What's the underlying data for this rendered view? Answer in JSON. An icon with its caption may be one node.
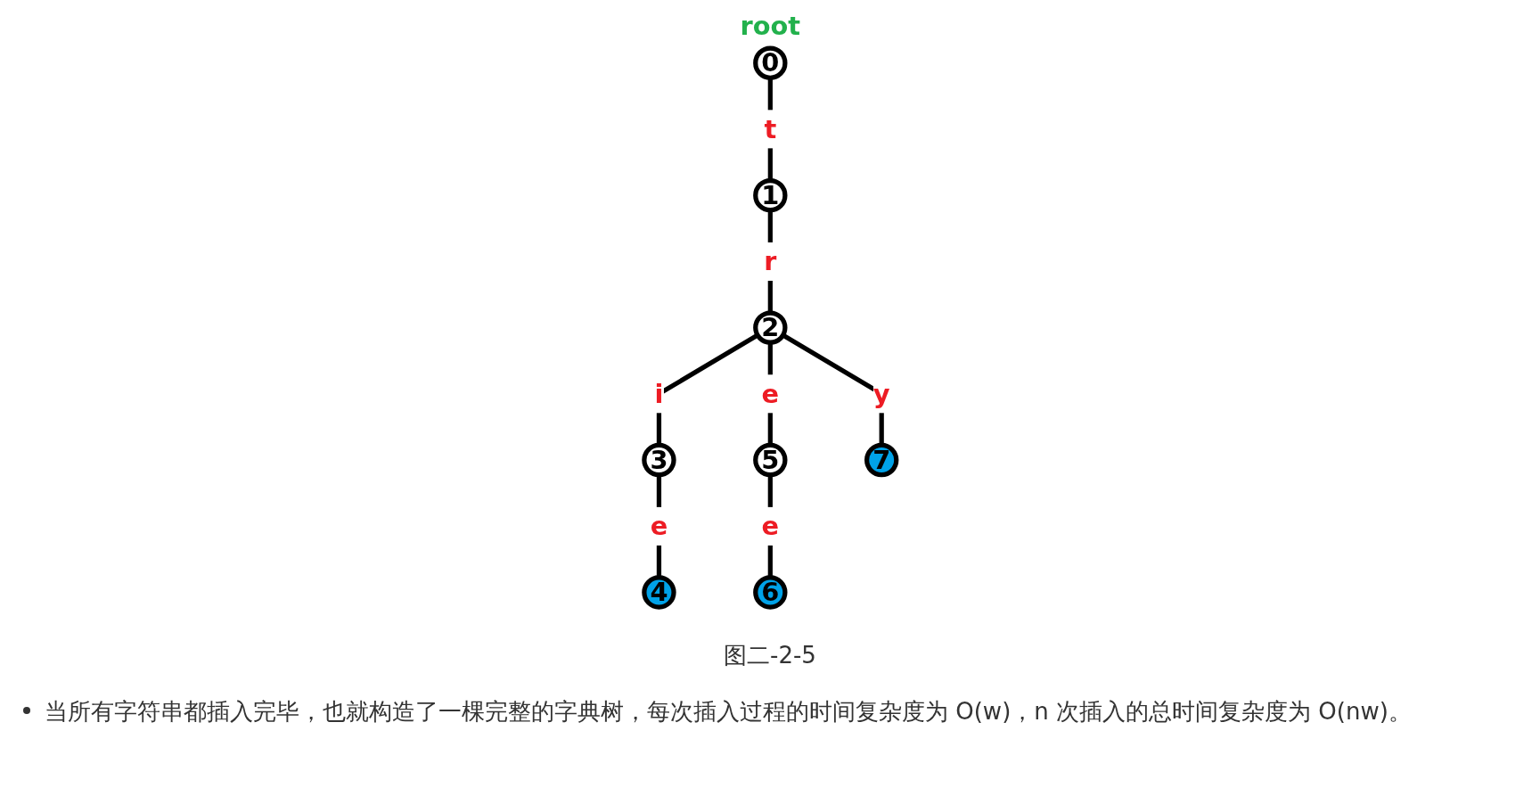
{
  "diagram": {
    "caption": "图二-2-5",
    "nodes": [
      {
        "text": [
          "0"
        ],
        "beside": [
          "root"
        ]
      },
      {
        "text": [
          "1"
        ]
      },
      {
        "text": [
          "2"
        ]
      },
      {
        "text": [
          "3"
        ]
      },
      {
        "text": [
          "5"
        ]
      },
      {
        "text": [
          "7"
        ]
      },
      {
        "text": [
          "4"
        ]
      },
      {
        "text": [
          "6"
        ]
      }
    ],
    "edges": [
      {
        "from": 0,
        "to": 1,
        "arrow": "none",
        "label": "t"
      },
      {
        "from": 1,
        "to": 2,
        "arrow": "none",
        "label": "r"
      },
      {
        "from": 2,
        "to": 3,
        "arrow": "none",
        "label": "i"
      },
      {
        "from": 2,
        "to": 4,
        "arrow": "none",
        "label": "e"
      },
      {
        "from": 2,
        "to": 5,
        "arrow": "none",
        "label": "y"
      },
      {
        "from": 3,
        "to": 6,
        "arrow": "none",
        "label": "e"
      },
      {
        "from": 4,
        "to": 7,
        "arrow": "none",
        "label": "e"
      }
    ],
    "labels": [
      "当所有字符串都插入完毕，也就构造了一棵完整的字典树，每次插入过程的时间复杂度为 O(w)，n 次插入的总时间复杂度为 O(nw)。"
    ]
  }
}
